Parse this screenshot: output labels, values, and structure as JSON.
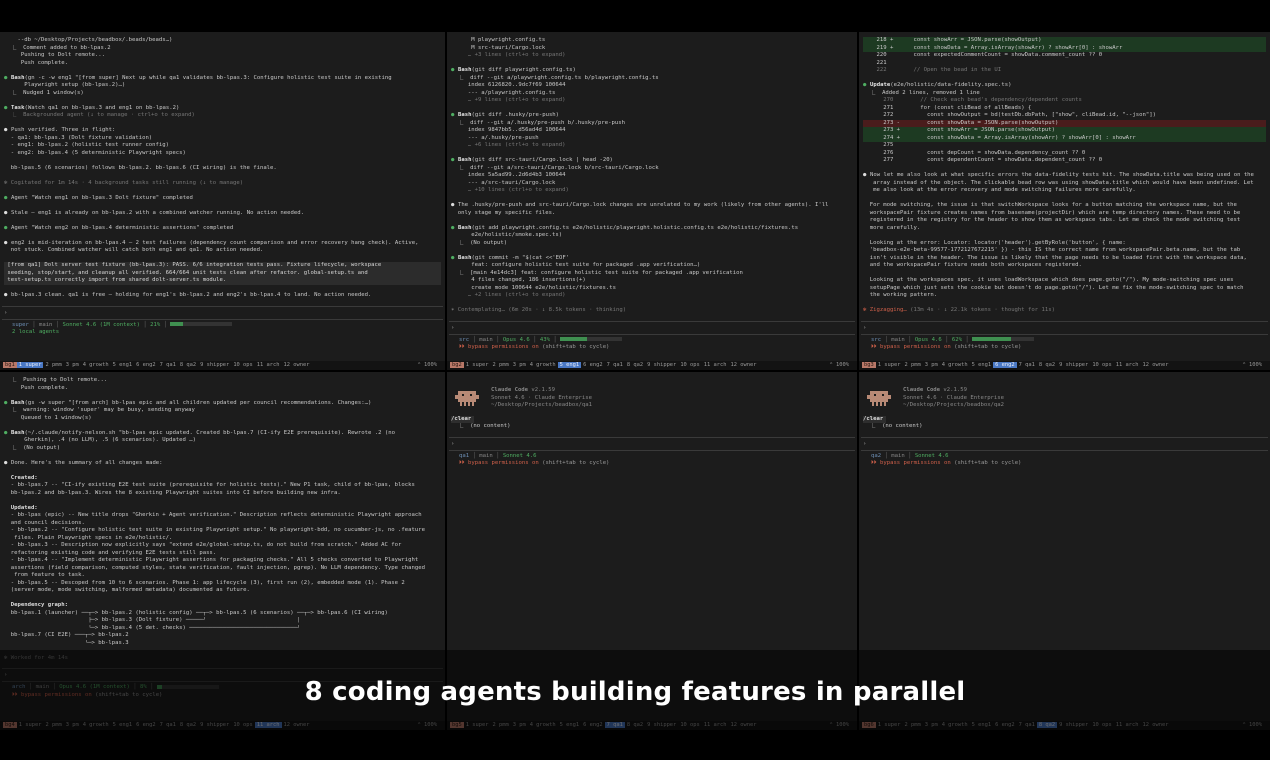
{
  "caption": "8 coding agents building features in parallel",
  "colors": {
    "bullet_ok": "#4fae62",
    "diff_add": "#1d3a22",
    "diff_del": "#4a1c1c",
    "session": "#b87868",
    "active_window": "#4a78c4"
  },
  "tmux_windows": [
    "1 super",
    "2 pmm",
    "3 pm",
    "4 growth",
    "5 eng1",
    "6 eng2",
    "7 qa1",
    "8 qa2",
    "9 shipper",
    "10 ops",
    "11 arch",
    "12 owner"
  ],
  "tmux_right": "⌃  100%",
  "panes": [
    {
      "session": "bg1",
      "active_window": 0,
      "lines": [
        {
          "t": "    --db ~/Desktop/Projects/beadbox/.beads/beads…)"
        },
        {
          "t": "  ⎿  Comment added to bb-lpas.2"
        },
        {
          "t": "     Pushing to Dolt remote..."
        },
        {
          "t": "     Push complete."
        },
        {
          "t": ""
        },
        {
          "bul": "g",
          "b": "Bash",
          "t": "(gn -c -w eng1 \"[from super] Next up while qa1 validates bb-lpas.3: Configure holistic test suite in existing"
        },
        {
          "t": "      Playwright setup (bb-lpas.2)…)"
        },
        {
          "t": "  ⎿  Nudged 1 window(s)"
        },
        {
          "t": ""
        },
        {
          "bul": "g",
          "b": "Task",
          "t": "(Watch qa1 on bb-lpas.3 and eng1 on bb-lpas.2)"
        },
        {
          "c": "dim",
          "t": "  ⎿  Backgrounded agent (↓ to manage · ctrl+o to expand)"
        },
        {
          "t": ""
        },
        {
          "bul": "w",
          "t": "Push verified. Three in flight:"
        },
        {
          "t": "  - qa1: bb-lpas.3 (Dolt fixture validation)"
        },
        {
          "t": "  - eng1: bb-lpas.2 (holistic test runner config)"
        },
        {
          "t": "  - eng2: bb-lpas.4 (5 deterministic Playwright specs)"
        },
        {
          "t": ""
        },
        {
          "t": "  bb-lpas.5 (6 scenarios) follows bb-lpas.2. bb-lpas.6 (CI wiring) is the finale."
        },
        {
          "t": ""
        },
        {
          "c": "dim",
          "t": "✻ Cogitated for 1m 14s · 4 background tasks still running (↓ to manage)"
        },
        {
          "t": ""
        },
        {
          "bul": "g",
          "t": "Agent \"Watch eng1 on bb-lpas.3 Dolt fixture\" completed"
        },
        {
          "t": ""
        },
        {
          "bul": "w",
          "t": "Stale — eng1 is already on bb-lpas.2 with a combined watcher running. No action needed."
        },
        {
          "t": ""
        },
        {
          "bul": "g",
          "t": "Agent \"Watch eng2 on bb-lpas.4 deterministic assertions\" completed"
        },
        {
          "t": ""
        },
        {
          "bul": "w",
          "t": "eng2 is mid-iteration on bb-lpas.4 — 2 test failures (dependency count comparison and error recovery hang check). Active,"
        },
        {
          "t": "  not stuck. Combined watcher will catch both eng1 and qa1. No action needed."
        },
        {
          "t": ""
        },
        {
          "c": "hl",
          "t": " [from qa1] Dolt server test fixture (bb-lpas.3): PASS. 6/6 integration tests pass. Fixture lifecycle, workspace        "
        },
        {
          "c": "hl",
          "t": " seeding, stop/start, and cleanup all verified. 664/664 unit tests clean after refactor. global-setup.ts and            "
        },
        {
          "c": "hl",
          "t": " test-setup.ts correctly import from shared dolt-server.ts module.                                                       "
        },
        {
          "t": ""
        },
        {
          "bul": "w",
          "t": "bb-lpas.3 clean. qa1 is free — holding for eng1's bb-lpas.2 and eng2's bb-lpas.4 to land. No action needed."
        }
      ],
      "status": {
        "dir": "super",
        "branch": "main",
        "model": "Sonnet 4.6 (1M context)",
        "context_pct": 21,
        "pct_label": "21%",
        "line2": "2 local agents",
        "line2_type": "agents"
      }
    },
    {
      "session": "bg2",
      "active_window": 4,
      "lines": [
        {
          "t": "      M playwright.config.ts"
        },
        {
          "t": "      M src-tauri/Cargo.lock"
        },
        {
          "c": "dim",
          "t": "     … +3 lines (ctrl+o to expand)"
        },
        {
          "t": ""
        },
        {
          "bul": "g",
          "b": "Bash",
          "t": "(git diff playwright.config.ts)"
        },
        {
          "t": "  ⎿  diff --git a/playwright.config.ts b/playwright.config.ts"
        },
        {
          "t": "     index 6126820..9dc7f69 100644"
        },
        {
          "t": "     --- a/playwright.config.ts"
        },
        {
          "c": "dim",
          "t": "     … +9 lines (ctrl+o to expand)"
        },
        {
          "t": ""
        },
        {
          "bul": "g",
          "b": "Bash",
          "t": "(git diff .husky/pre-push)"
        },
        {
          "t": "  ⎿  diff --git a/.husky/pre-push b/.husky/pre-push"
        },
        {
          "t": "     index 9847bb5..d56ad4d 100644"
        },
        {
          "t": "     --- a/.husky/pre-push"
        },
        {
          "c": "dim",
          "t": "     … +6 lines (ctrl+o to expand)"
        },
        {
          "t": ""
        },
        {
          "bul": "g",
          "b": "Bash",
          "t": "(git diff src-tauri/Cargo.lock | head -20)"
        },
        {
          "t": "  ⎿  diff --git a/src-tauri/Cargo.lock b/src-tauri/Cargo.lock"
        },
        {
          "t": "     index 5a5ad99..2d6d4b3 100644"
        },
        {
          "t": "     --- a/src-tauri/Cargo.lock"
        },
        {
          "c": "dim",
          "t": "     … +10 lines (ctrl+o to expand)"
        },
        {
          "t": ""
        },
        {
          "bul": "w",
          "t": "The .husky/pre-push and src-tauri/Cargo.lock changes are unrelated to my work (likely from other agents). I'll"
        },
        {
          "t": "  only stage my specific files."
        },
        {
          "t": ""
        },
        {
          "bul": "g",
          "b": "Bash",
          "t": "(git add playwright.config.ts e2e/holistic/playwright.holistic.config.ts e2e/holistic/fixtures.ts"
        },
        {
          "t": "      e2e/holistic/smoke.spec.ts)"
        },
        {
          "t": "  ⎿  (No output)"
        },
        {
          "t": ""
        },
        {
          "bul": "g",
          "b": "Bash",
          "t": "(git commit -m \"$(cat <<'EOF'"
        },
        {
          "t": "      feat: configure holistic test suite for packaged .app verification…)"
        },
        {
          "t": "  ⎿  [main 4e14dc3] feat: configure holistic test suite for packaged .app verification"
        },
        {
          "t": "      4 files changed, 186 insertions(+)"
        },
        {
          "t": "      create mode 100644 e2e/holistic/fixtures.ts"
        },
        {
          "c": "dim",
          "t": "     … +2 lines (ctrl+o to expand)"
        },
        {
          "t": ""
        },
        {
          "c": "dim",
          "t": "✶ Contemplating… (6m 20s · ↓ 8.5k tokens · thinking)"
        }
      ],
      "status": {
        "dir": "src",
        "branch": "main",
        "model": "Opus 4.6",
        "context_pct": 43,
        "pct_label": "43%",
        "line2": "bypass permissions on",
        "line2_suffix": " (shift+tab to cycle)",
        "line2_type": "bypass"
      }
    },
    {
      "session": "bg3",
      "active_window": 5,
      "lines": [
        {
          "c": "add",
          "t": "    218 +      const showArr = JSON.parse(showOutput)"
        },
        {
          "c": "add",
          "t": "    219 +      const showData = Array.isArray(showArr) ? showArr[0] : showArr"
        },
        {
          "t": "    220        const expectedCommentCount = showData.comment_count ?? 0"
        },
        {
          "t": "    221"
        },
        {
          "c": "dim",
          "t": "    222        // Open the bead in the UI"
        },
        {
          "t": ""
        },
        {
          "bul": "g",
          "b": "Update",
          "t": "(e2e/holistic/data-fidelity.spec.ts)"
        },
        {
          "t": "  ⎿  Added 2 lines, removed 1 line"
        },
        {
          "c": "dim",
          "t": "      270        // Check each bead's dependency/dependent counts"
        },
        {
          "t": "      271        for (const cliBead of allBeads) {"
        },
        {
          "t": "      272          const showOutput = bd(testDb.dbPath, [\"show\", cliBead.id, \"--json\"])"
        },
        {
          "c": "del",
          "t": "      273 -        const showData = JSON.parse(showOutput)"
        },
        {
          "c": "add",
          "t": "      273 +        const showArr = JSON.parse(showOutput)"
        },
        {
          "c": "add",
          "t": "      274 +        const showData = Array.isArray(showArr) ? showArr[0] : showArr"
        },
        {
          "t": "      275"
        },
        {
          "t": "      276          const depCount = showData.dependency_count ?? 0"
        },
        {
          "t": "      277          const dependentCount = showData.dependent_count ?? 0"
        },
        {
          "t": ""
        },
        {
          "bul": "w",
          "t": "Now let me also look at what specific errors the data-fidelity tests hit. The showData.title was being used on the"
        },
        {
          "t": "   array instead of the object. The clickable bead row was using showData.title which would have been undefined. Let"
        },
        {
          "t": "   me also look at the error recovery and mode switching failures more carefully."
        },
        {
          "t": ""
        },
        {
          "t": "  For mode switching, the issue is that switchWorkspace looks for a button matching the workspace name, but the"
        },
        {
          "t": "  workspacePair fixture creates names from basename(projectDir) which are temp directory names. These need to be"
        },
        {
          "t": "  registered in the registry for the header to show them as workspace tabs. Let me check the mode switching test"
        },
        {
          "t": "  more carefully."
        },
        {
          "t": ""
        },
        {
          "t": "  Looking at the error: Locator: locator('header').getByRole('button', { name:"
        },
        {
          "t": "  'beadbox-e2e-beta-99577-1772127672215' }) - this IS the correct name from workspacePair.beta.name, but the tab"
        },
        {
          "t": "  isn't visible in the header. The issue is likely that the page needs to be loaded first with the workspace data,"
        },
        {
          "t": "  and the workspacePair fixture needs both workspaces registered."
        },
        {
          "t": ""
        },
        {
          "t": "  Looking at the workspaces spec, it uses loadWorkspace which does page.goto(\"/\"). My mode-switching spec uses"
        },
        {
          "t": "  setupPage which just sets the cookie but doesn't do page.goto(\"/\"). Let me fix the mode-switching spec to match"
        },
        {
          "t": "  the working pattern."
        },
        {
          "t": ""
        },
        {
          "spin": "✻ Zigzagging… ",
          "c": "dim",
          "t": "(13m 4s · ↓ 22.1k tokens · thought for 11s)"
        }
      ],
      "status": {
        "dir": "src",
        "branch": "main",
        "model": "Opus 4.6",
        "context_pct": 62,
        "pct_label": "62%",
        "line2": "bypass permissions on",
        "line2_suffix": " (shift+tab to cycle)",
        "line2_type": "bypass"
      }
    },
    {
      "session": "bg4",
      "active_window": 10,
      "lines": [
        {
          "t": "  ⎿  Pushing to Dolt remote..."
        },
        {
          "t": "     Push complete."
        },
        {
          "t": ""
        },
        {
          "bul": "g",
          "b": "Bash",
          "t": "(gs -w super \"[from arch] bb-lpas epic and all children updated per council recommendations. Changes:…)"
        },
        {
          "t": "  ⎿  warning: window 'super' may be busy, sending anyway"
        },
        {
          "t": "     Queued to 1 window(s)"
        },
        {
          "t": ""
        },
        {
          "bul": "g",
          "b": "Bash",
          "t": "(~/.claude/notify-nelson.sh \"bb-lpas epic updated. Created bb-lpas.7 (CI-ify E2E prerequisite). Rewrote .2 (no"
        },
        {
          "t": "      Gherkin), .4 (no LLM), .5 (6 scenarios). Updated …)"
        },
        {
          "t": "  ⎿  (No output)"
        },
        {
          "t": ""
        },
        {
          "bul": "w",
          "t": "Done. Here's the summary of all changes made:"
        },
        {
          "t": ""
        },
        {
          "c": "bold",
          "t": "  Created:"
        },
        {
          "t": "  - bb-lpas.7 -- \"CI-ify existing E2E test suite (prerequisite for holistic tests).\" New P1 task, child of bb-lpas, blocks"
        },
        {
          "t": "  bb-lpas.2 and bb-lpas.3. Wires the 8 existing Playwright suites into CI before building new infra."
        },
        {
          "t": ""
        },
        {
          "c": "bold",
          "t": "  Updated:"
        },
        {
          "t": "  - bb-lpas (epic) -- New title drops \"Gherkin + Agent verification.\" Description reflects deterministic Playwright approach"
        },
        {
          "t": "  and council decisions."
        },
        {
          "t": "  - bb-lpas.2 -- \"Configure holistic test suite in existing Playwright setup.\" No playwright-bdd, no cucumber-js, no .feature"
        },
        {
          "t": "   files. Plain Playwright specs in e2e/holistic/."
        },
        {
          "t": "  - bb-lpas.3 -- Description now explicitly says \"extend e2e/global-setup.ts, do not build from scratch.\" Added AC for"
        },
        {
          "t": "  refactoring existing code and verifying E2E tests still pass."
        },
        {
          "t": "  - bb-lpas.4 -- \"Implement deterministic Playwright assertions for packaging checks.\" All 5 checks converted to Playwright"
        },
        {
          "t": "  assertions (field comparison, computed styles, state verification, fault injection, pgrep). No LLM dependency. Type changed"
        },
        {
          "t": "   from feature to task."
        },
        {
          "t": "  - bb-lpas.5 -- Descoped from 10 to 6 scenarios. Phase 1: app lifecycle (3), first run (2), embedded mode (1). Phase 2"
        },
        {
          "t": "  (server mode, mode switching, malformed metadata) documented as future."
        },
        {
          "t": ""
        },
        {
          "c": "bold",
          "t": "  Dependency graph:"
        },
        {
          "t": "  bb-lpas.1 (launcher) ──┬─> bb-lpas.2 (holistic config) ──┬─> bb-lpas.5 (6 scenarios) ──┬─> bb-lpas.6 (CI wiring)"
        },
        {
          "t": "                         ├─> bb-lpas.3 (Dolt fixture) ─────┘                           │"
        },
        {
          "t": "                         └─> bb-lpas.4 (5 det. checks) ────────────────────────────────┘"
        },
        {
          "t": "  bb-lpas.7 (CI E2E) ───┬─> bb-lpas.2"
        },
        {
          "t": "                        └─> bb-lpas.3"
        },
        {
          "t": ""
        },
        {
          "c": "dim",
          "t": "✻ Worked for 4m 14s"
        }
      ],
      "status": {
        "dir": "arch",
        "branch": "main",
        "model": "Opus 4.6 (1M context)",
        "context_pct": 8,
        "pct_label": "8%",
        "line2": "bypass permissions on",
        "line2_suffix": " (shift+tab to cycle)",
        "line2_type": "bypass"
      }
    },
    {
      "session": "bg5",
      "active_window": 6,
      "banner": {
        "title": "Claude Code",
        "version": "v2.1.59",
        "model": "Sonnet 4.6 · Claude Enterprise",
        "path": "~/Desktop/Projects/beadbox/qa1"
      },
      "clear": "/clear",
      "lines": [
        {
          "t": "  ⎿  (no content)"
        }
      ],
      "status": {
        "dir": "qa1",
        "branch": "main",
        "model": "Sonnet 4.6",
        "line2": "bypass permissions on",
        "line2_suffix": " (shift+tab to cycle)",
        "line2_type": "bypass"
      }
    },
    {
      "session": "bg6",
      "active_window": 7,
      "banner": {
        "title": "Claude Code",
        "version": "v2.1.59",
        "model": "Sonnet 4.6 · Claude Enterprise",
        "path": "~/Desktop/Projects/beadbox/qa2"
      },
      "clear": "/clear",
      "lines": [
        {
          "t": "  ⎿  (no content)"
        }
      ],
      "status": {
        "dir": "qa2",
        "branch": "main",
        "model": "Sonnet 4.6",
        "line2": "bypass permissions on",
        "line2_suffix": " (shift+tab to cycle)",
        "line2_type": "bypass"
      }
    }
  ]
}
